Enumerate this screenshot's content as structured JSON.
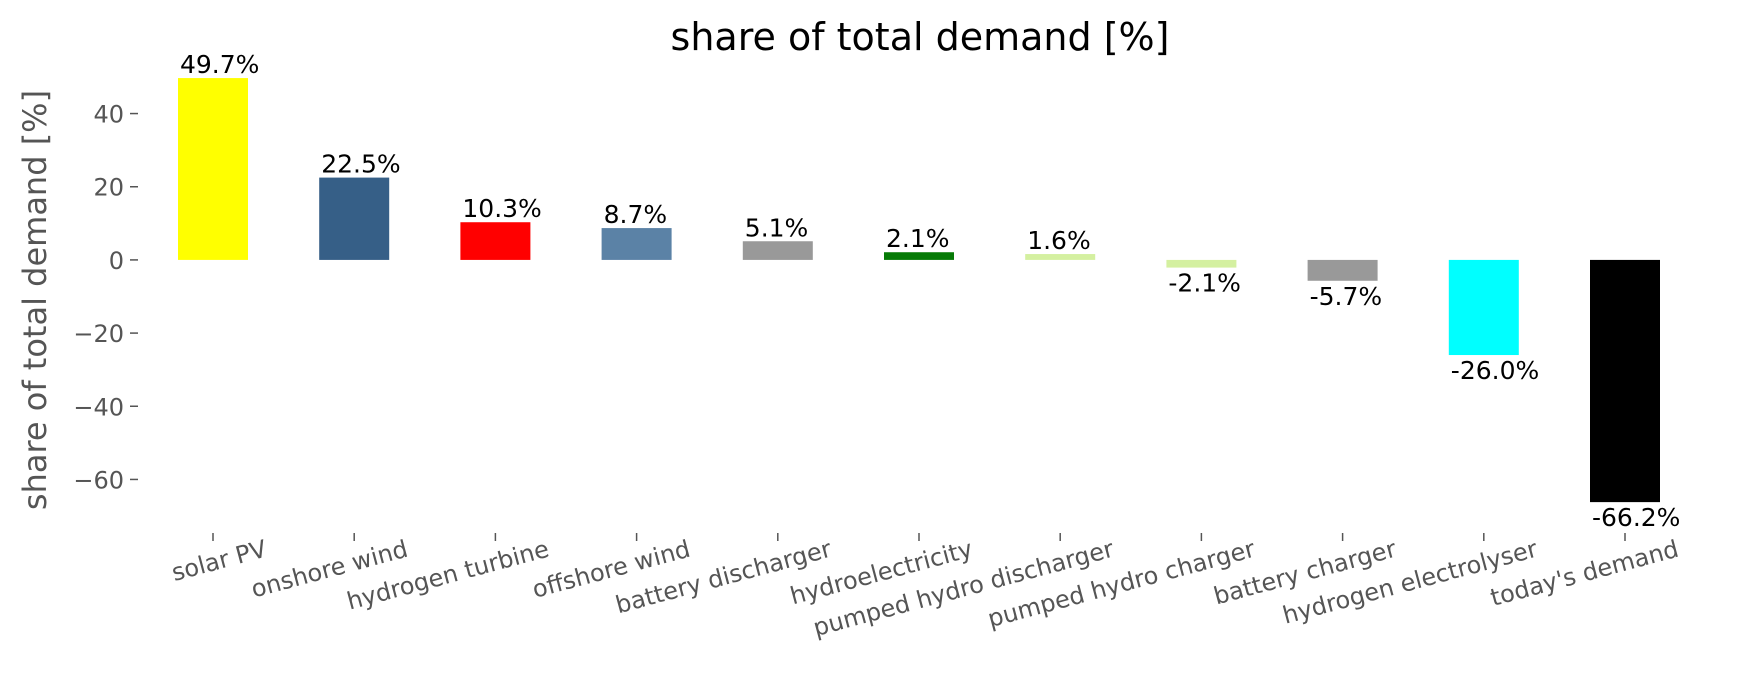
{
  "chart_data": {
    "type": "bar",
    "title": "share of total demand [%]",
    "ylabel": "share of total demand [%]",
    "xlabel": "",
    "ylim": [
      -73,
      53
    ],
    "yticks": [
      40,
      20,
      0,
      -20,
      -40,
      -60
    ],
    "ytick_labels": [
      "40",
      "20",
      "0",
      "−20",
      "−40",
      "−60"
    ],
    "grid": false,
    "categories": [
      "solar PV",
      "onshore wind",
      "hydrogen turbine",
      "offshore wind",
      "battery discharger",
      "hydroelectricity",
      "pumped hydro discharger",
      "pumped hydro charger",
      "battery charger",
      "hydrogen electrolyser",
      "today's demand"
    ],
    "values": [
      49.7,
      22.5,
      10.3,
      8.7,
      5.1,
      2.1,
      1.6,
      -2.1,
      -5.7,
      -26.0,
      -66.2
    ],
    "value_labels": [
      "49.7%",
      "22.5%",
      "10.3%",
      "8.7%",
      "5.1%",
      "2.1%",
      "1.6%",
      "-2.1%",
      "-5.7%",
      "-26.0%",
      "-66.2%"
    ],
    "colors": [
      "#ffff00",
      "#365f87",
      "#ff0000",
      "#5b82a6",
      "#999999",
      "#067a06",
      "#d4f0a0",
      "#d4f0a0",
      "#999999",
      "#00ffff",
      "#000000"
    ]
  }
}
